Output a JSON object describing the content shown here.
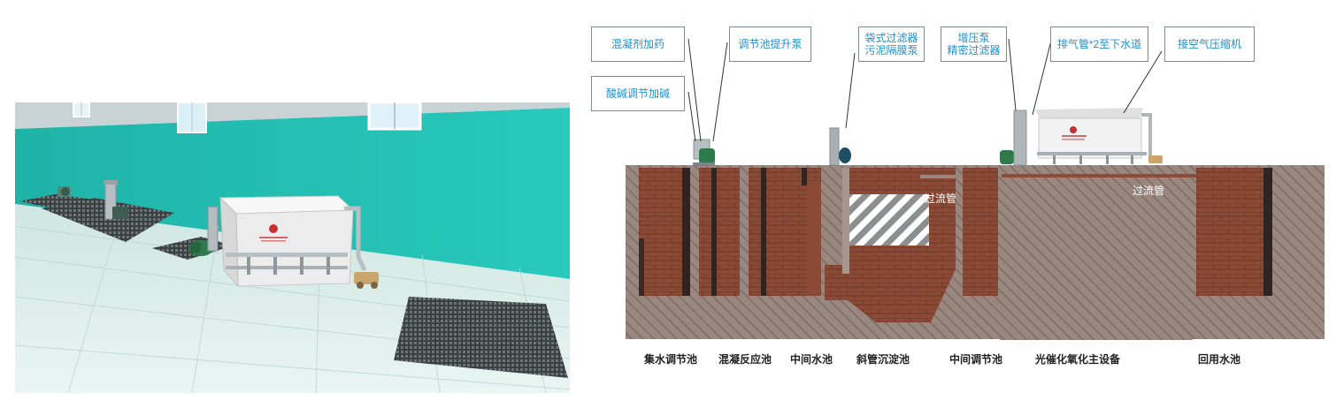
{
  "callouts": {
    "coagulant_dosing": "混凝剂加药",
    "equalization_lift_pump": "调节池提升泵",
    "acid_base_dosing": "酸碱调节加碱",
    "bag_filter": "袋式过滤器",
    "sludge_diaphragm_pump": "污泥隔膜泵",
    "booster_pump": "增压泵",
    "precision_filter": "精密过滤器",
    "exhaust_pipe": "排气管*2至下水道",
    "air_compressor": "接空气压缩机"
  },
  "pipe_labels": {
    "overflow_pipe_1": "过流管",
    "overflow_pipe_2": "过流管"
  },
  "pools": [
    "集水调节池",
    "混凝反应池",
    "中间水池",
    "斜管沉淀池",
    "中间调节池",
    "光催化氧化主设备",
    "回用水池"
  ],
  "colors": {
    "wall_teal": "#25c0b5",
    "floor": "#d8ece8",
    "brick": "#8a4a36",
    "soil_hatch": "#8d7a72",
    "callout_text": "#1f8fd0",
    "pump_green": "#2f7a4a",
    "equipment_white": "#eeeeee",
    "logo_red": "#c8312b"
  }
}
